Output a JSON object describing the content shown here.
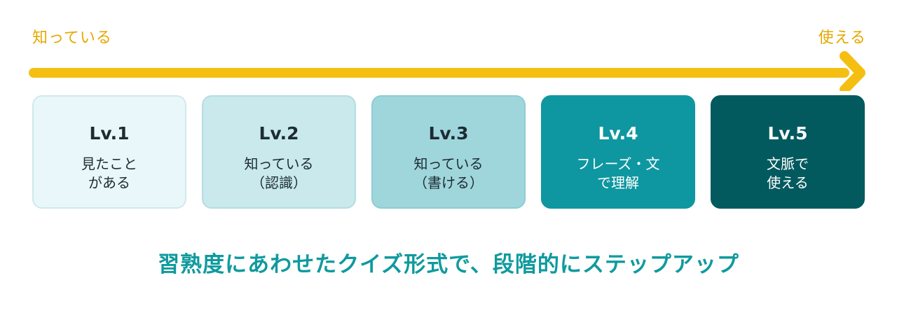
{
  "axis": {
    "start_label": "知っている",
    "end_label": "使える",
    "arrow_color": "#f5bf12"
  },
  "levels": [
    {
      "level": "Lv.1",
      "description": "見たこと\nがある",
      "bg": "#eaf7fa",
      "border": "#cfe9ee",
      "text_color": "#1d2b33"
    },
    {
      "level": "Lv.2",
      "description": "知っている\n（認識）",
      "bg": "#c9e9ec",
      "border": "#b4dde2",
      "text_color": "#1d2b33"
    },
    {
      "level": "Lv.3",
      "description": "知っている\n（書ける）",
      "bg": "#9fd6dc",
      "border": "#8ccdd4",
      "text_color": "#1d2b33"
    },
    {
      "level": "Lv.4",
      "description": "フレーズ・文\nで理解",
      "bg": "#0e97a0",
      "border": "#0e97a0",
      "text_color": "#ffffff"
    },
    {
      "level": "Lv.5",
      "description": "文脈で\n使える",
      "bg": "#025a5f",
      "border": "#025a5f",
      "text_color": "#ffffff"
    }
  ],
  "caption": "習熟度にあわせたクイズ形式で、段階的にステップアップ"
}
